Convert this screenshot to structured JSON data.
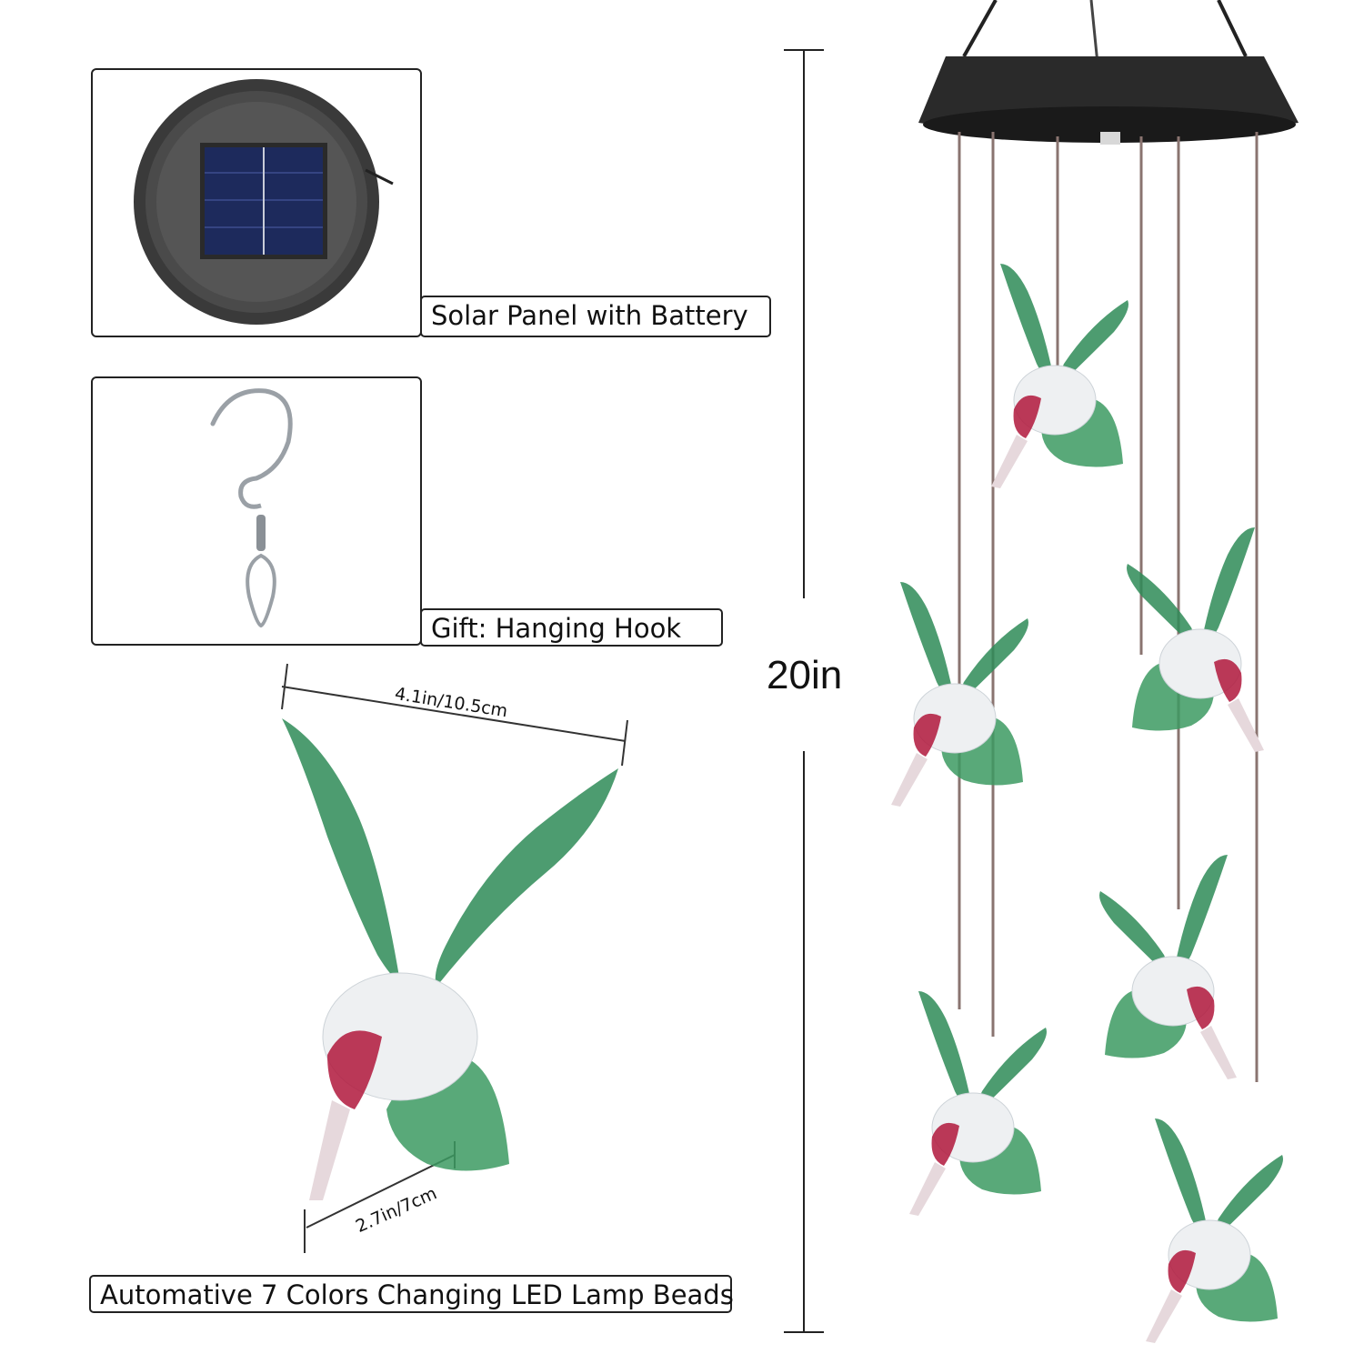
{
  "labels": {
    "solar_panel": "Solar Panel with Battery",
    "hook": "Gift: Hanging Hook",
    "led": "Automative 7 Colors Changing LED Lamp Beads"
  },
  "dimensions": {
    "wingspan": "4.1in/10.5cm",
    "body": "2.7in/7cm",
    "height": "20in"
  },
  "colors": {
    "wing_green": "#2e8b57",
    "beak_red": "#b0173c",
    "body_clear": "#eef0f2",
    "solar_cell": "#1d2a5c",
    "housing": "#2a2a2a"
  }
}
